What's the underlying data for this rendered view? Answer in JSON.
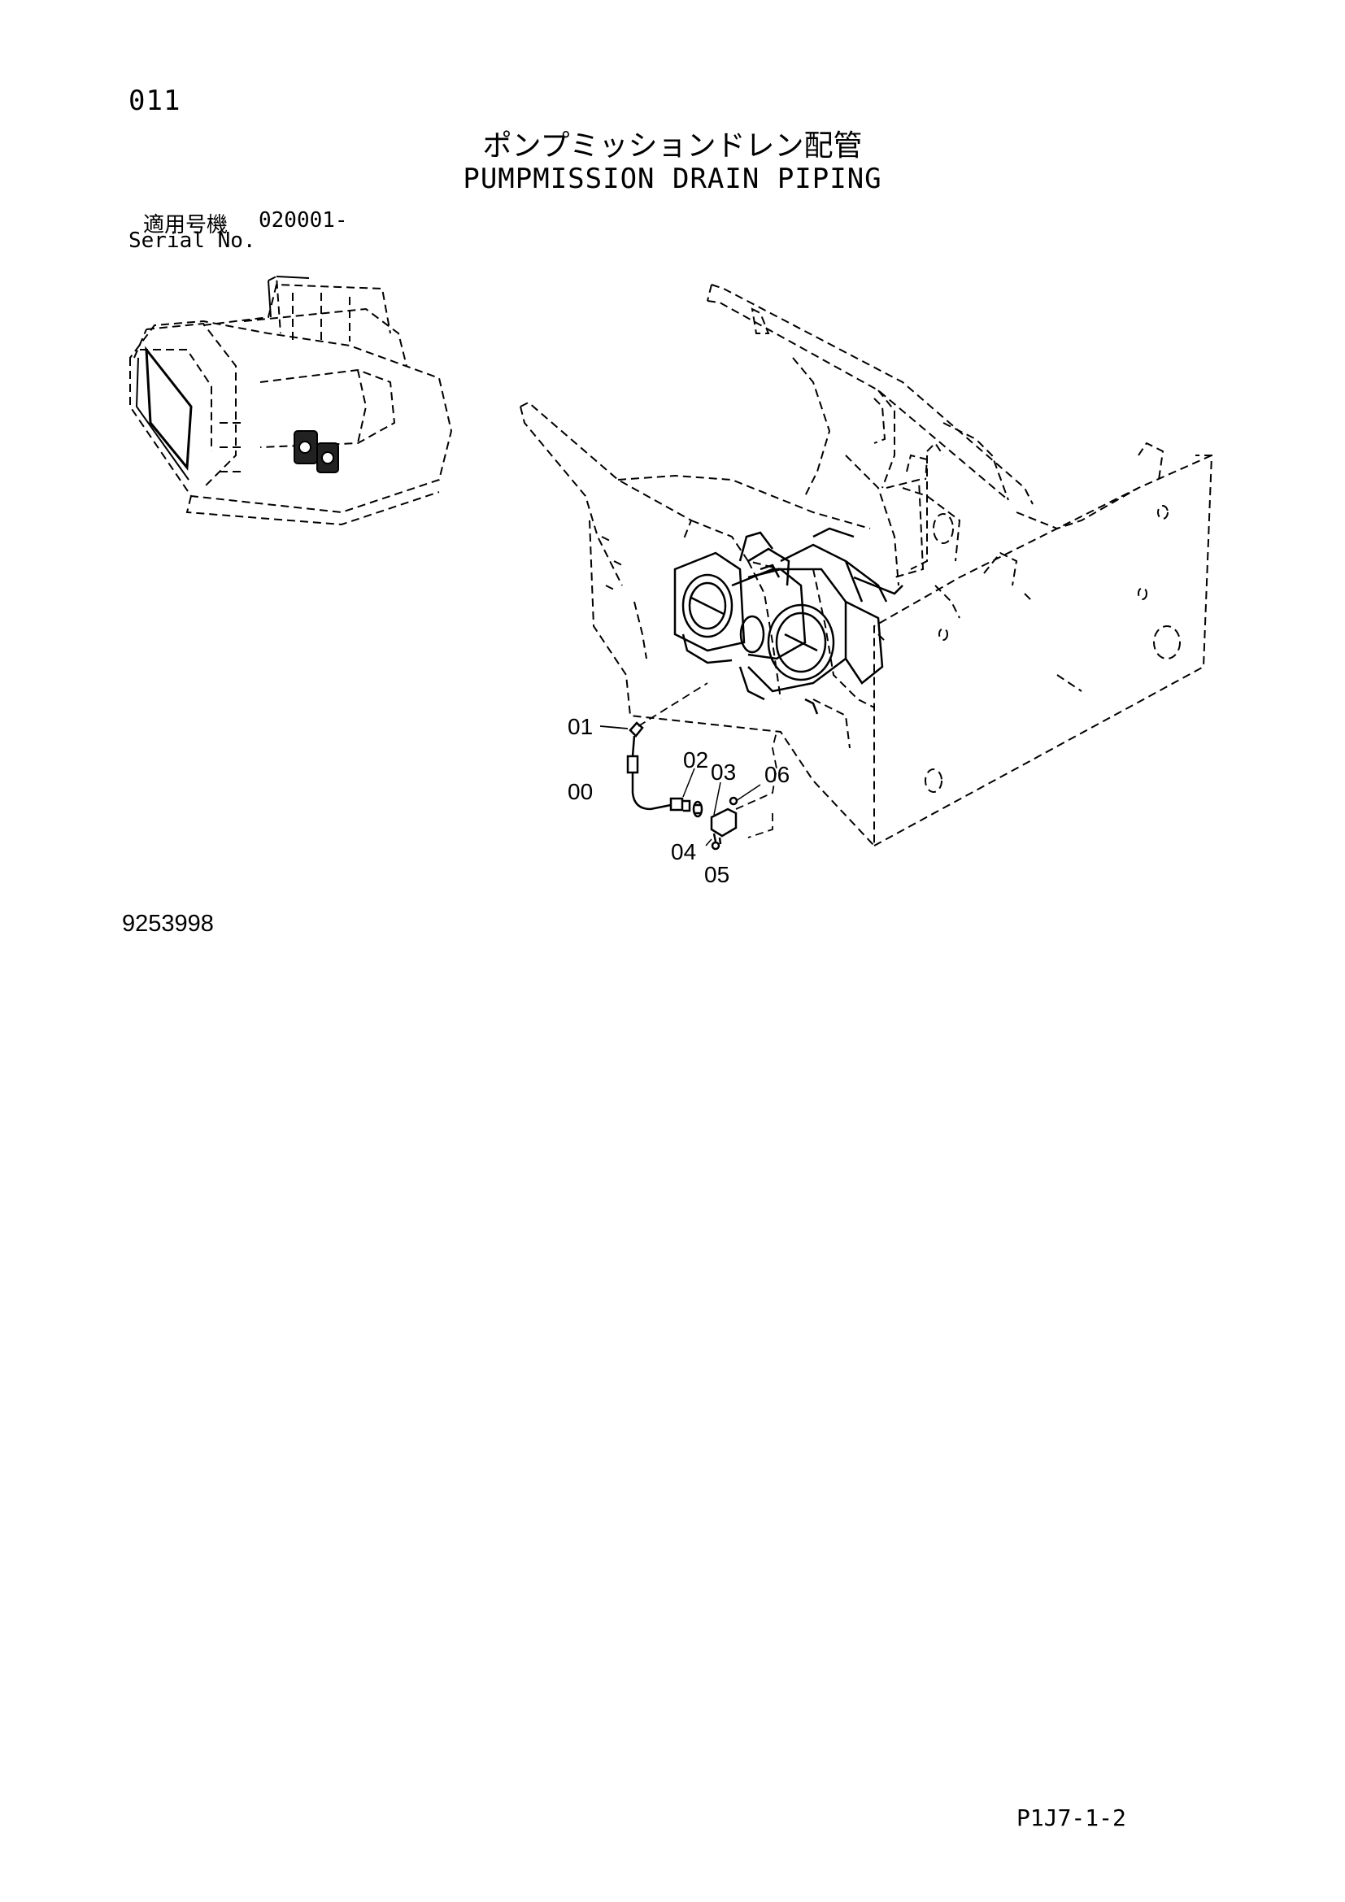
{
  "header": {
    "page_number": "011",
    "title_jp": "ポンプミッションドレン配管",
    "title_en": "PUMPMISSION DRAIN PIPING"
  },
  "serial": {
    "label_jp": "適用号機",
    "range": "020001-",
    "label_en": "Serial No."
  },
  "callouts": {
    "c00": "00",
    "c01": "01",
    "c02": "02",
    "c03": "03",
    "c04": "04",
    "c05": "05",
    "c06": "06"
  },
  "footer": {
    "drawing_number": "9253998",
    "page_code": "P1J7-1-2"
  }
}
